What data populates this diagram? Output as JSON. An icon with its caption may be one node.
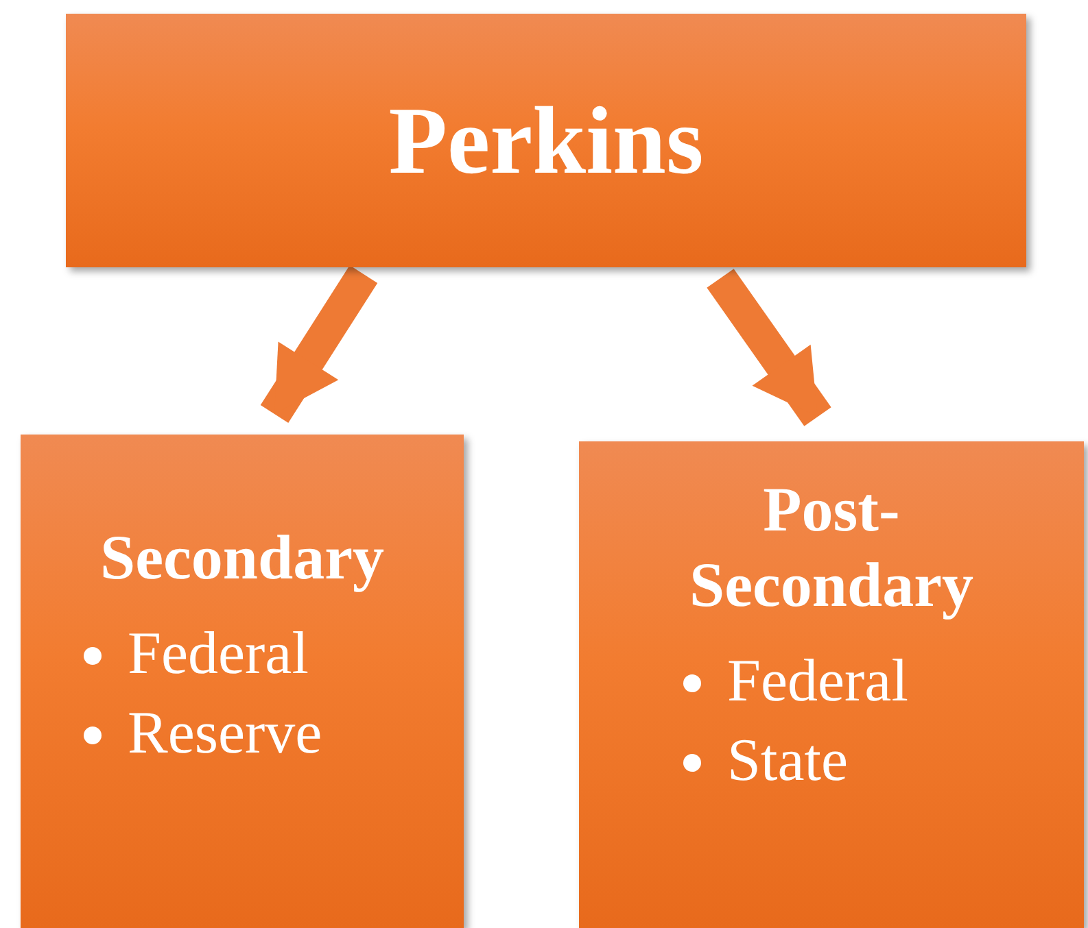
{
  "diagram": {
    "nodes": [
      {
        "text": [
          "Perkins"
        ]
      },
      {
        "text": [
          "Secondary",
          "Federal",
          "Reserve"
        ]
      },
      {
        "text": [
          "Post-Secondary",
          "Federal",
          "State"
        ]
      }
    ],
    "edges": [
      {
        "from": 0,
        "to": 1,
        "arrow": "to"
      },
      {
        "from": 0,
        "to": 2,
        "arrow": "to"
      }
    ]
  }
}
